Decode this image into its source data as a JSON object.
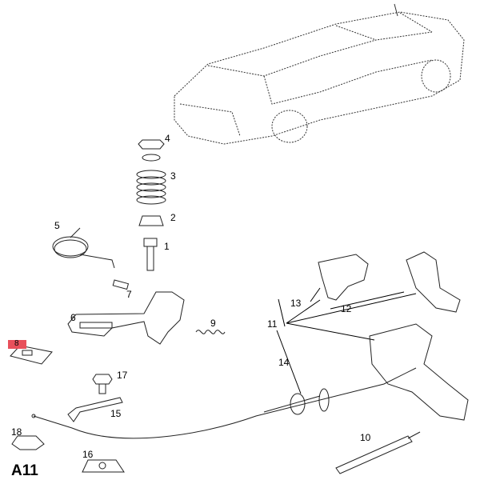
{
  "diagram": {
    "title": "A11",
    "highlight_color": "#e8505b",
    "highlighted_part": "8",
    "callouts": [
      "1",
      "2",
      "3",
      "4",
      "5",
      "6",
      "7",
      "8",
      "9",
      "10",
      "11",
      "12",
      "13",
      "14",
      "15",
      "16",
      "17",
      "18"
    ]
  }
}
